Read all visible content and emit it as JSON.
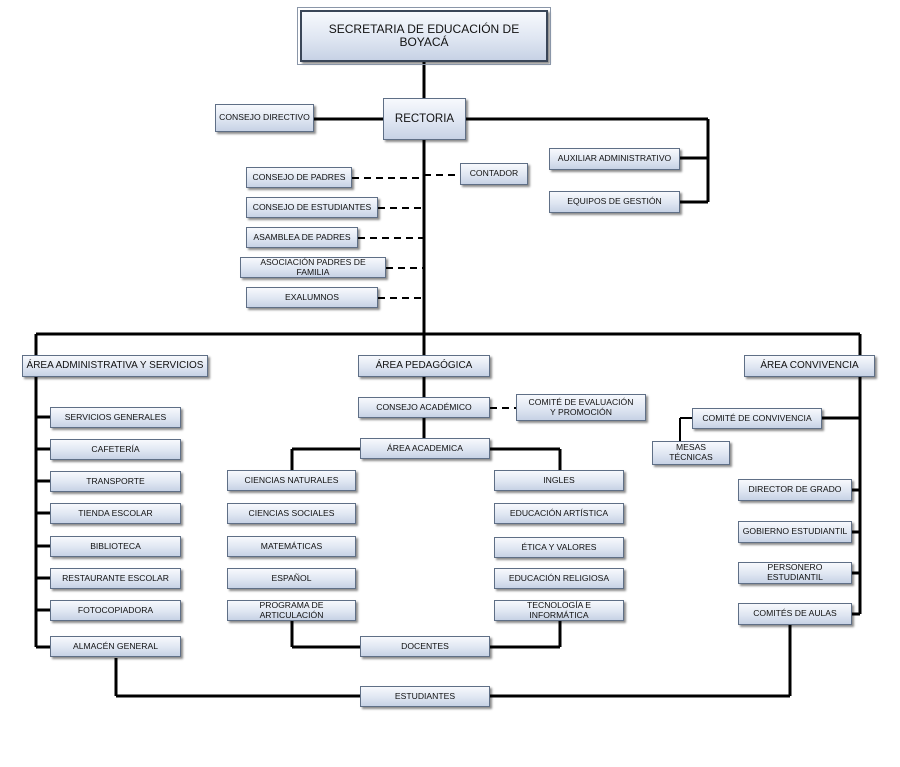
{
  "org_chart": {
    "secretaria": "SECRETARIA DE EDUCACIÓN DE BOYACÁ",
    "rectoria": "RECTORIA",
    "consejo_directivo": "CONSEJO DIRECTIVO",
    "contador": "CONTADOR",
    "auxiliar_administrativo": "AUXILIAR ADMINISTRATIVO",
    "equipos_gestion": "EQUIPOS DE GESTIÓN",
    "consejo_padres": "CONSEJO DE PADRES",
    "consejo_estudiantes": "CONSEJO DE ESTUDIANTES",
    "asamblea_padres": "ASAMBLEA DE PADRES",
    "asociacion_padres": "ASOCIACIÓN PADRES DE FAMILIA",
    "exalumnos": "EXALUMNOS",
    "area_administrativa": "ÁREA ADMINISTRATIVA Y SERVICIOS",
    "area_pedagogica": "ÁREA PEDAGÓGICA",
    "area_convivencia": "ÁREA CONVIVENCIA",
    "admin_items": [
      "SERVICIOS GENERALES",
      "CAFETERÍA",
      "TRANSPORTE",
      "TIENDA ESCOLAR",
      "BIBLIOTECA",
      "RESTAURANTE ESCOLAR",
      "FOTOCOPIADORA",
      "ALMACÉN GENERAL"
    ],
    "consejo_academico": "CONSEJO ACADÉMICO",
    "comite_evaluacion": [
      "COMITÉ DE EVALUACIÓN",
      "Y PROMOCIÓN"
    ],
    "area_academica": "ÁREA ACADEMICA",
    "areas_left": [
      "CIENCIAS NATURALES",
      "CIENCIAS SOCIALES",
      "MATEMÁTICAS",
      "ESPAÑOL",
      "PROGRAMA DE ARTICULACIÓN"
    ],
    "areas_right": [
      "INGLES",
      "EDUCACIÓN ARTÍSTICA",
      "ÉTICA Y VALORES",
      "EDUCACIÓN RELIGIOSA",
      "TECNOLOGÍA E INFORMÁTICA"
    ],
    "docentes": "DOCENTES",
    "estudiantes": "ESTUDIANTES",
    "comite_convivencia": "COMITÉ DE CONVIVENCIA",
    "mesas_tecnicas": "MESAS TÉCNICAS",
    "convivencia_items": [
      "DIRECTOR DE  GRADO",
      "GOBIERNO ESTUDIANTIL",
      "PERSONERO ESTUDIANTIL",
      "COMITÉS DE AULAS"
    ]
  }
}
